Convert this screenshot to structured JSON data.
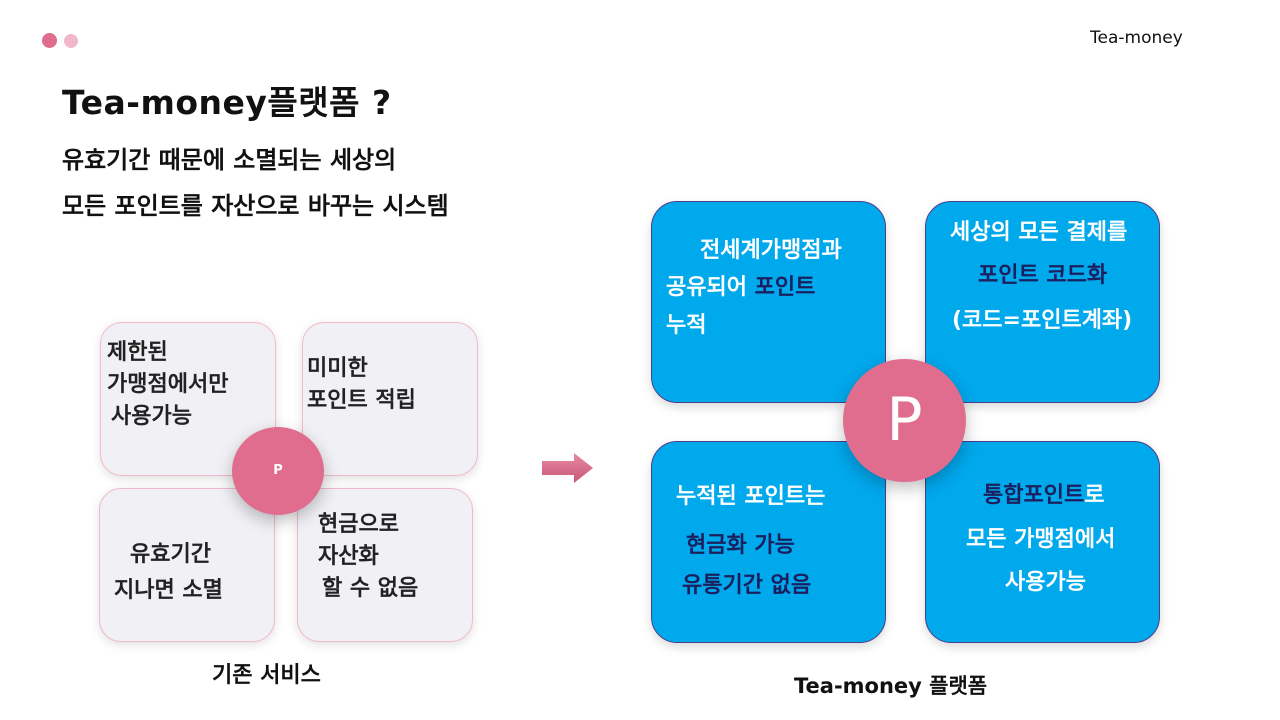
{
  "header": {
    "brand": "Tea-money",
    "title": "Tea-money플랫폼 ?",
    "subtitle_lines": [
      "유효기간 때문에 소멸되는 세상의",
      "모든 포인트를 자산으로 바꾸는 시스템"
    ]
  },
  "left": {
    "boxes": [
      {
        "lines": [
          "제한된",
          "가맹점에서만",
          "사용가능"
        ]
      },
      {
        "lines": [
          "미미한",
          "포인트 적립"
        ]
      },
      {
        "lines": [
          "유효기간",
          "지나면 소멸"
        ]
      },
      {
        "lines": [
          "현금으로",
          "자산화",
          "할 수 없음"
        ]
      }
    ],
    "center_label": "P",
    "caption": "기존 서비스"
  },
  "right": {
    "boxes": [
      {
        "line1": "전세계가맹점과",
        "line2a": "공유되어 ",
        "line2b": "포인트",
        "line3": "누적"
      },
      {
        "line1": "세상의 모든 결제를",
        "line2a": "포인트 ",
        "line2b": "코드화",
        "line3": "(코드=포인트계좌)"
      },
      {
        "line1": "누적된 포인트는",
        "line2": "현금화 가능",
        "line3": "유통기간 없음"
      },
      {
        "line1a": "통합포인트",
        "line1b": "로",
        "line2": "모든 가맹점에서",
        "line3": "사용가능"
      }
    ],
    "center_label": "P",
    "caption": "Tea-money 플랫폼"
  },
  "colors": {
    "accent_pink": "#e06c8e",
    "box_blue": "#00a8ec",
    "box_gray": "#f0f0f5",
    "dark_navy_text": "#1c1f5e"
  }
}
